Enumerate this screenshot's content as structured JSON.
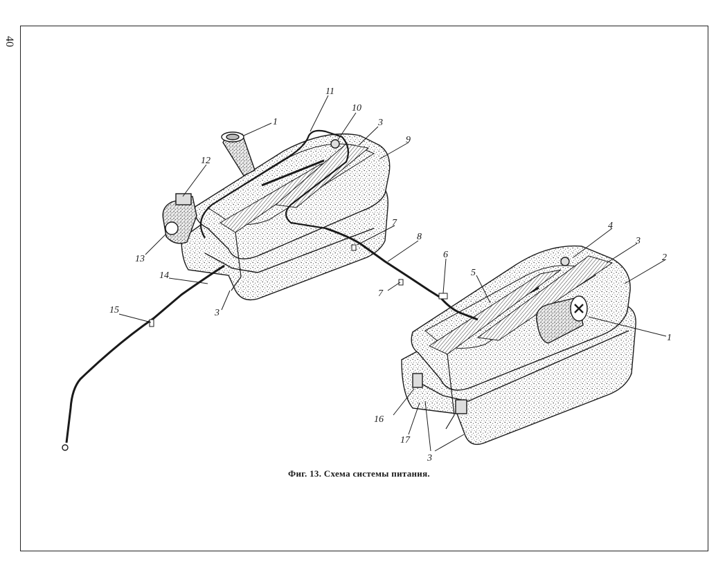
{
  "page": {
    "number": "40"
  },
  "caption": "Фиг. 13. Схема системы питания.",
  "labels": {
    "l1_top": "1",
    "l11": "11",
    "l10": "10",
    "l3_top": "3",
    "l9": "9",
    "l12": "12",
    "l13": "13",
    "l14": "14",
    "l3_left": "3",
    "l15": "15",
    "l7_top": "7",
    "l8": "8",
    "l7_low": "7",
    "l6": "6",
    "l5": "5",
    "l4": "4",
    "l3_right": "3",
    "l2": "2",
    "l1_right": "1",
    "l16": "16",
    "l17": "17",
    "l3_bottom": "3"
  },
  "colors": {
    "ink": "#1a1a1a",
    "paper": "#ffffff",
    "stipple": "#5a5a5a"
  }
}
